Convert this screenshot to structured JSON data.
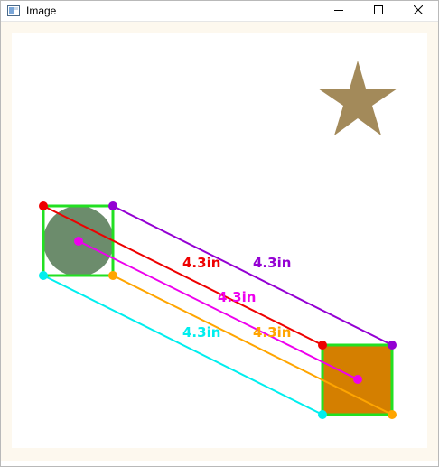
{
  "window": {
    "title": "Image",
    "icon": "image-window-icon",
    "controls": [
      "minimize-icon",
      "maximize-icon",
      "close-icon"
    ]
  },
  "colors": {
    "background_outer": "#fdf8ee",
    "background_inner": "#ffffff",
    "star": "#a38a5a",
    "circle": "#6c8c6c",
    "square": "#d47f00",
    "box_outline": "#22e022",
    "red": "#ee0000",
    "purple": "#9400d3",
    "magenta": "#ee00ee",
    "cyan": "#00eeee",
    "orange": "#ffa500"
  },
  "scene": {
    "shapes": [
      "star",
      "circle",
      "square"
    ],
    "measurements": [
      {
        "name": "top-left",
        "color": "red",
        "label": "4.3in"
      },
      {
        "name": "top-right",
        "color": "purple",
        "label": "4.3in"
      },
      {
        "name": "center",
        "color": "magenta",
        "label": "4.3in"
      },
      {
        "name": "bottom-left",
        "color": "cyan",
        "label": "4.3in"
      },
      {
        "name": "bottom-right",
        "color": "orange",
        "label": "4.3in"
      }
    ]
  }
}
